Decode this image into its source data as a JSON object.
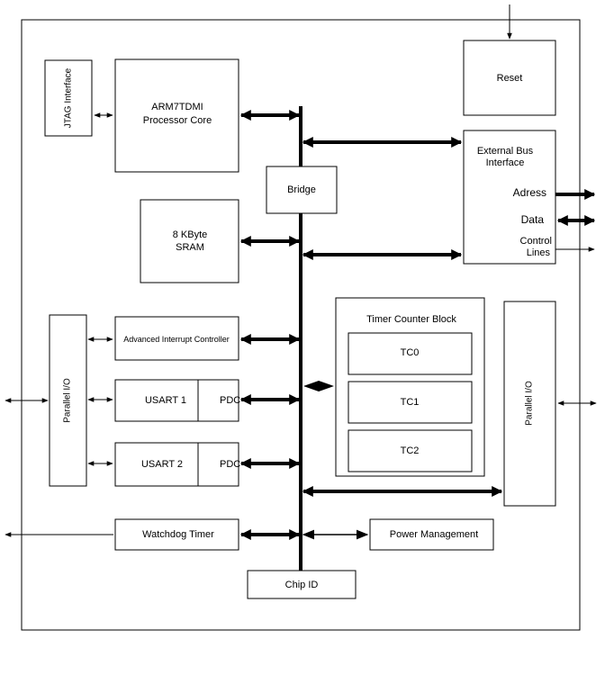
{
  "blocks": {
    "jtag": "JTAG Interface",
    "arm_line1": "ARM7TDMI",
    "arm_line2": "Processor Core",
    "bridge": "Bridge",
    "sram_line1": "8 KByte",
    "sram_line2": "SRAM",
    "reset": "Reset",
    "ebi_line1": "External Bus",
    "ebi_line2": "Interface",
    "ebi_address": "Adress",
    "ebi_data": "Data",
    "ebi_control_line1": "Control",
    "ebi_control_line2": "Lines",
    "aic": "Advanced Interrupt Controller",
    "usart1": "USART 1",
    "usart2": "USART 2",
    "pdc": "PDC",
    "parallel_io_left": "Parallel I/O",
    "parallel_io_right": "Parallel I/O",
    "timer_block": "Timer Counter Block",
    "tc0": "TC0",
    "tc1": "TC1",
    "tc2": "TC2",
    "watchdog": "Watchdog Timer",
    "power": "Power Management",
    "chip_id": "Chip ID"
  },
  "colors": {
    "line": "#000000",
    "background": "#ffffff"
  }
}
